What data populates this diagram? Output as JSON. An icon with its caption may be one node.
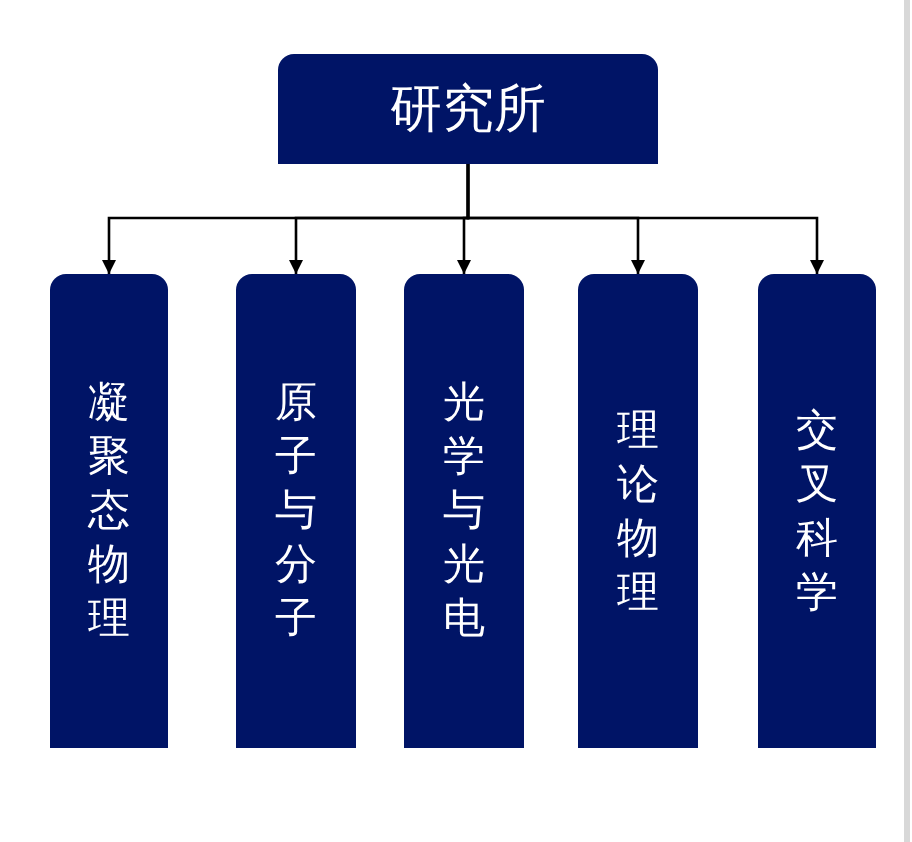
{
  "diagram": {
    "nodes": [
      {
        "text": [
          "研究所"
        ]
      },
      {
        "text": [
          "凝聚态物理"
        ]
      },
      {
        "text": [
          "原子与分子"
        ]
      },
      {
        "text": [
          "光学与光电"
        ]
      },
      {
        "text": [
          "理论物理"
        ]
      },
      {
        "text": [
          "交叉科学"
        ]
      }
    ],
    "edges": [
      {
        "from": 0,
        "to": 1,
        "arrow": "to"
      },
      {
        "from": 0,
        "to": 2,
        "arrow": "to"
      },
      {
        "from": 0,
        "to": 3,
        "arrow": "to"
      },
      {
        "from": 0,
        "to": 4,
        "arrow": "to"
      },
      {
        "from": 0,
        "to": 5,
        "arrow": "to"
      }
    ]
  }
}
